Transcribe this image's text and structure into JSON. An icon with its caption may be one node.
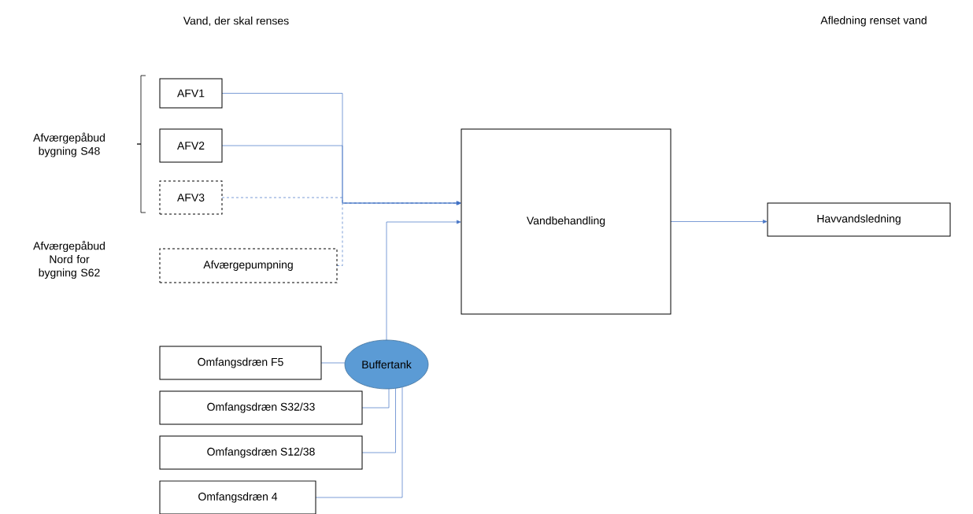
{
  "diagram": {
    "nodes": [
      {
        "text": [
          "AFV1"
        ]
      },
      {
        "text": [
          "AFV2"
        ]
      },
      {
        "text": [
          "AFV3"
        ]
      },
      {
        "text": [
          "Afværgepumpning"
        ]
      },
      {
        "text": [
          "Vandbehandling"
        ]
      },
      {
        "text": [
          "Havvandsledning"
        ]
      },
      {
        "text": [
          "Buffertank"
        ]
      },
      {
        "text": [
          "Omfangsdræn F5"
        ]
      },
      {
        "text": [
          "Omfangsdræn S32/33"
        ]
      },
      {
        "text": [
          "Omfangsdræn S12/38"
        ]
      },
      {
        "text": [
          "Omfangsdræn 4"
        ]
      }
    ],
    "edges": [
      {
        "from": 0,
        "to": 4,
        "arrow": "to"
      },
      {
        "from": 1,
        "to": 4,
        "arrow": "to"
      },
      {
        "from": 2,
        "to": 4,
        "arrow": "to",
        "style": "dashed"
      },
      {
        "from": 3,
        "to": 4,
        "arrow": "to",
        "style": "dashed"
      },
      {
        "from": 6,
        "to": 4,
        "arrow": "to"
      },
      {
        "from": 4,
        "to": 5,
        "arrow": "to"
      },
      {
        "from": 7,
        "to": 6,
        "arrow": "none"
      },
      {
        "from": 8,
        "to": 6,
        "arrow": "none"
      },
      {
        "from": 9,
        "to": 6,
        "arrow": "none"
      },
      {
        "from": 10,
        "to": 6,
        "arrow": "none"
      }
    ],
    "labels": [
      "Vand, der skal renses",
      "Afledning renset vand",
      "Afværgepåbud bygning S48",
      "Afværgepåbud Nord for bygning S62"
    ]
  }
}
